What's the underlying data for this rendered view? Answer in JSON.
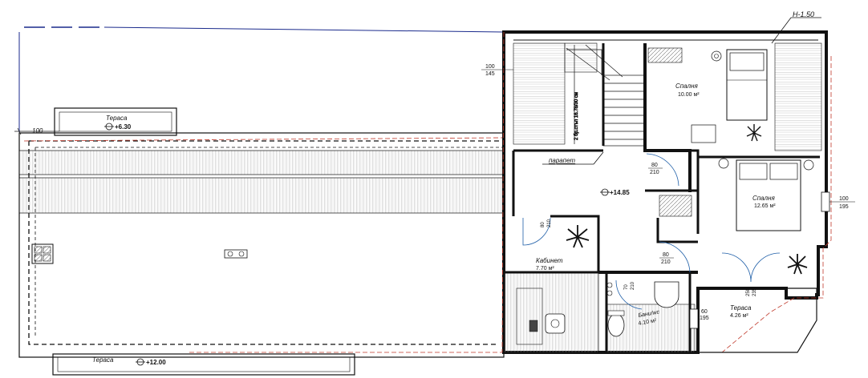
{
  "rooms": {
    "bedroom_1": {
      "name": "Спалня",
      "area": "10.00  м²"
    },
    "bedroom_2": {
      "name": "Спалня",
      "area": "12.65  м²"
    },
    "office": {
      "name": "Кабинет",
      "area": "7.70 м²"
    },
    "bathroom": {
      "name": "Бани/wc",
      "area": "4.10 м²"
    },
    "terrace_right": {
      "name": "Тераса",
      "area": "4.26 м²"
    },
    "terrace_top": {
      "name": "Тераса",
      "level": "+6.30"
    },
    "terrace_bottom": {
      "name": "Тераса",
      "level": "+12.00"
    }
  },
  "annotations": {
    "height_marker": "H-1.50",
    "parapet": "парапет",
    "floor_level": "+14.85",
    "stair_note": "2 бр.стъп 16.78/30 см"
  },
  "dimensions": {
    "left_100": "100",
    "window_top_left": [
      "100",
      "145"
    ],
    "window_right": [
      "100",
      "195"
    ],
    "window_bath": [
      "60",
      "195"
    ],
    "door_upper": [
      "80",
      "210"
    ],
    "door_lower": [
      "80",
      "210"
    ],
    "door_office": [
      "80",
      "210"
    ],
    "door_wc": [
      "70",
      "210"
    ],
    "door_terrace": [
      "250",
      "235"
    ]
  }
}
